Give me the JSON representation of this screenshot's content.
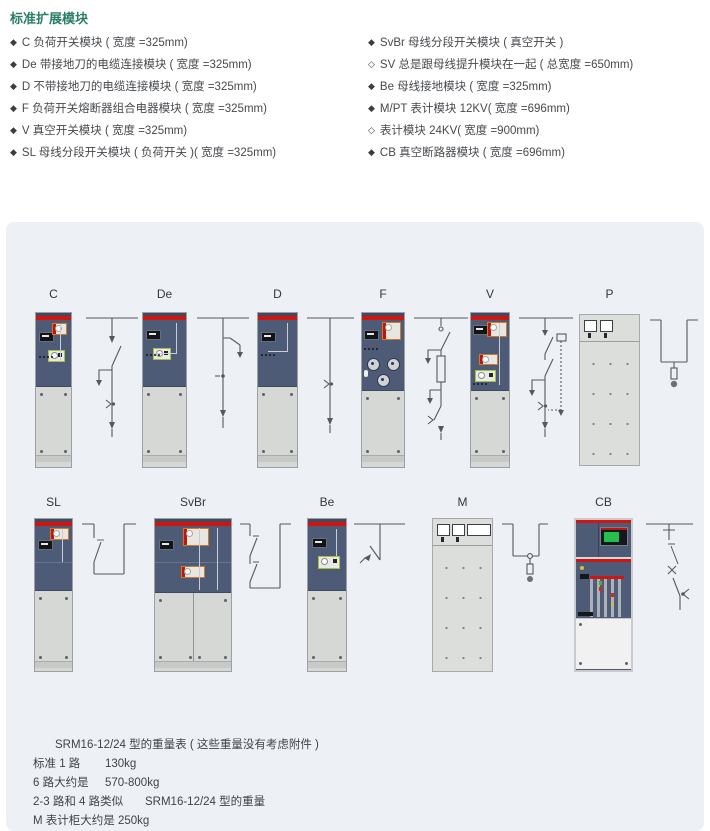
{
  "page": {
    "title": "标准扩展模块"
  },
  "bullets": {
    "left": [
      {
        "marker": "◆",
        "text": "C 负荷开关模块 ( 宽度 =325mm)"
      },
      {
        "marker": "◆",
        "text": "De 带接地刀的电缆连接模块 ( 宽度 =325mm)"
      },
      {
        "marker": "◆",
        "text": "D 不带接地刀的电缆连接模块 ( 宽度 =325mm)"
      },
      {
        "marker": "◆",
        "text": "F 负荷开关熔断器组合电器模块 ( 宽度 =325mm)"
      },
      {
        "marker": "◆",
        "text": "V 真空开关模块 ( 宽度 =325mm)"
      },
      {
        "marker": "◆",
        "text": "SL 母线分段开关模块 ( 负荷开关 )( 宽度 =325mm)"
      }
    ],
    "right": [
      {
        "marker": "◆",
        "text": "SvBr 母线分段开关模块 ( 真空开关 )"
      },
      {
        "marker": "◇",
        "text": "SV 总是跟母线提升模块在一起 ( 总宽度 =650mm)"
      },
      {
        "marker": "◆",
        "text": "Be 母线接地模块 ( 宽度 =325mm)"
      },
      {
        "marker": "◆",
        "text": "M/PT 表计模块 12KV( 宽度 =696mm)"
      },
      {
        "marker": "◇",
        "text": "表计模块 24KV( 宽度 =900mm)"
      },
      {
        "marker": "◆",
        "text": "CB 真空断路器模块 ( 宽度 =696mm)"
      }
    ]
  },
  "modules": [
    {
      "label": "C"
    },
    {
      "label": "De"
    },
    {
      "label": "D"
    },
    {
      "label": "F"
    },
    {
      "label": "V"
    },
    {
      "label": "P"
    },
    {
      "label": "SL"
    },
    {
      "label": "SvBr"
    },
    {
      "label": "Be"
    },
    {
      "label": "M"
    },
    {
      "label": "CB"
    }
  ],
  "weights": {
    "header": "SRM16-12/24 型的重量表 ( 这些重量没有考虑附件 )",
    "rows": [
      {
        "label": "标准 1 路",
        "value": "130kg"
      },
      {
        "label": "6 路大约是",
        "value": "570-800kg"
      },
      {
        "label": "2-3 路和 4 路类似",
        "value": "SRM16-12/24 型的重量"
      },
      {
        "label": "M 表计柜大约是 250kg",
        "value": ""
      }
    ]
  },
  "colors": {
    "title_green": "#2a7d68",
    "panel_bg": "#edf1f6",
    "cabinet_dark": "#4e5b76",
    "accent_red": "#cf1512",
    "door_gray": "#d6d8d5"
  }
}
